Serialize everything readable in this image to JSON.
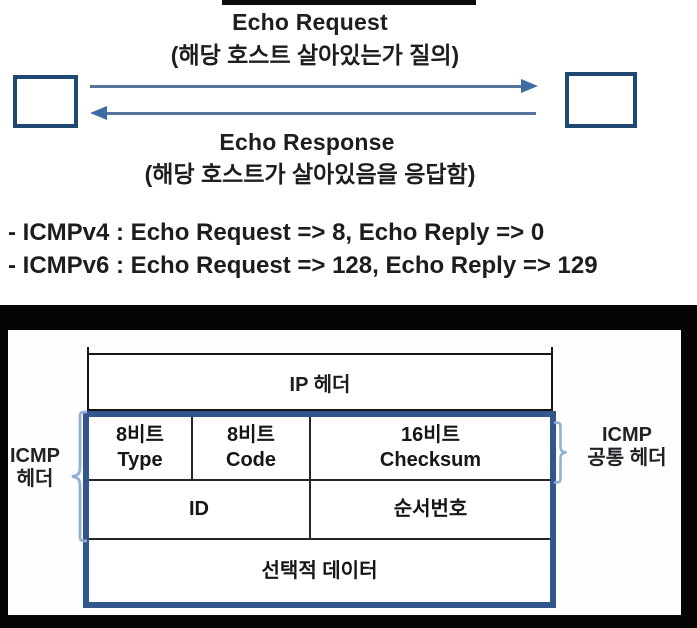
{
  "sequence": {
    "request_title": "Echo Request",
    "request_subtitle": "(해당 호스트 살아있는가 질의)",
    "response_title": "Echo Response",
    "response_subtitle": "(해당 호스트가 살아있음을 응답함)"
  },
  "notes": {
    "icmpv4": "- ICMPv4 : Echo Request => 8, Echo Reply => 0",
    "icmpv6": "- ICMPv6 : Echo Request => 128, Echo Reply => 129"
  },
  "packet": {
    "ip_header_label": "IP 헤더",
    "row1": {
      "type": {
        "line1": "8비트",
        "line2": "Type"
      },
      "code": {
        "line1": "8비트",
        "line2": "Code"
      },
      "checksum": {
        "line1": "16비트",
        "line2": "Checksum"
      }
    },
    "row2": {
      "id": "ID",
      "seq": "순서번호"
    },
    "row3": {
      "optional_data": "선택적 데이터"
    },
    "left_label": {
      "line1": "ICMP",
      "line2": "헤더"
    },
    "right_label": {
      "line1": "ICMP",
      "line2": "공통 헤더"
    }
  },
  "colors": {
    "host_box_border": "#1f4973",
    "arrow_line": "#55759d",
    "arrow_head": "#3f6ca4",
    "icmp_box_border": "#30568c",
    "brace": "#92afd7",
    "panel_background": "#050505",
    "text": "#1c1c1e"
  }
}
